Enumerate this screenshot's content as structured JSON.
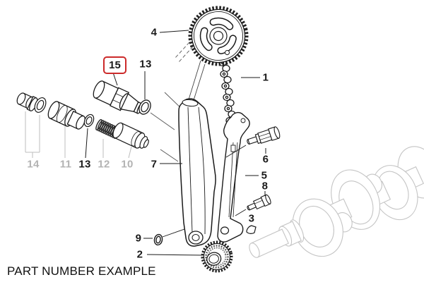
{
  "caption": "PART NUMBER EXAMPLE",
  "diagram": {
    "type": "exploded-parts-diagram",
    "subject": "timing chain, tensioner rails and crankshaft",
    "highlighted_part": "15",
    "highlight_color": "#cc2a2a",
    "line_color": "#1a1a1a",
    "muted_color": "#b3b3b3"
  },
  "labels": [
    {
      "text": "4",
      "style": "normal"
    },
    {
      "text": "1",
      "style": "normal"
    },
    {
      "text": "15",
      "style": "highlighted"
    },
    {
      "text": "13",
      "style": "normal"
    },
    {
      "text": "14",
      "style": "muted"
    },
    {
      "text": "11",
      "style": "muted"
    },
    {
      "text": "13",
      "style": "normal"
    },
    {
      "text": "12",
      "style": "muted"
    },
    {
      "text": "10",
      "style": "muted"
    },
    {
      "text": "7",
      "style": "normal"
    },
    {
      "text": "6",
      "style": "normal"
    },
    {
      "text": "5",
      "style": "normal"
    },
    {
      "text": "8",
      "style": "normal"
    },
    {
      "text": "3",
      "style": "normal"
    },
    {
      "text": "9",
      "style": "normal"
    },
    {
      "text": "2",
      "style": "normal"
    }
  ]
}
